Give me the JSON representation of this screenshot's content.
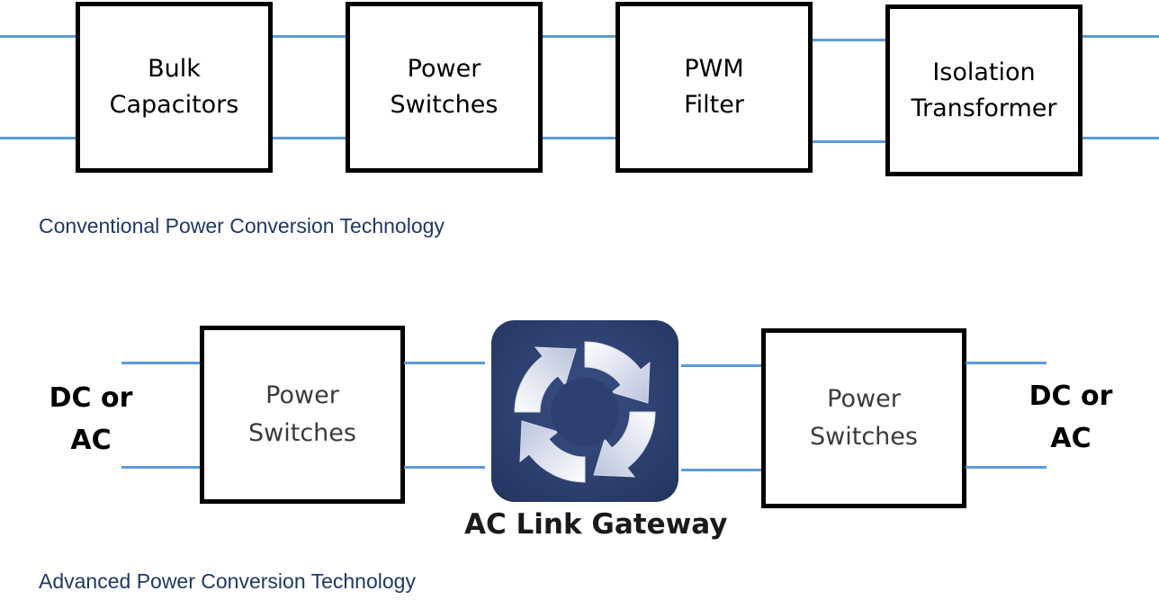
{
  "conventional": {
    "blocks": [
      {
        "line1": "Bulk",
        "line2": "Capacitors"
      },
      {
        "line1": "Power",
        "line2": "Switches"
      },
      {
        "line1": "PWM",
        "line2": "Filter"
      },
      {
        "line1": "Isolation",
        "line2": "Transformer"
      }
    ],
    "caption": "Conventional Power Conversion Technology"
  },
  "advanced": {
    "left_io": {
      "line1": "DC or",
      "line2": "AC"
    },
    "right_io": {
      "line1": "DC or",
      "line2": "AC"
    },
    "left_block": {
      "line1": "Power",
      "line2": "Switches"
    },
    "right_block": {
      "line1": "Power",
      "line2": "Switches"
    },
    "gateway_label": "AC Link Gateway",
    "caption": "Advanced Power Conversion Technology"
  },
  "colors": {
    "wire": "#5b9bd5",
    "caption_text": "#1f3864",
    "gateway_bg": "#2e4070",
    "box_border": "#000000"
  },
  "icons": {
    "gateway": "circular-arrows-icon"
  }
}
